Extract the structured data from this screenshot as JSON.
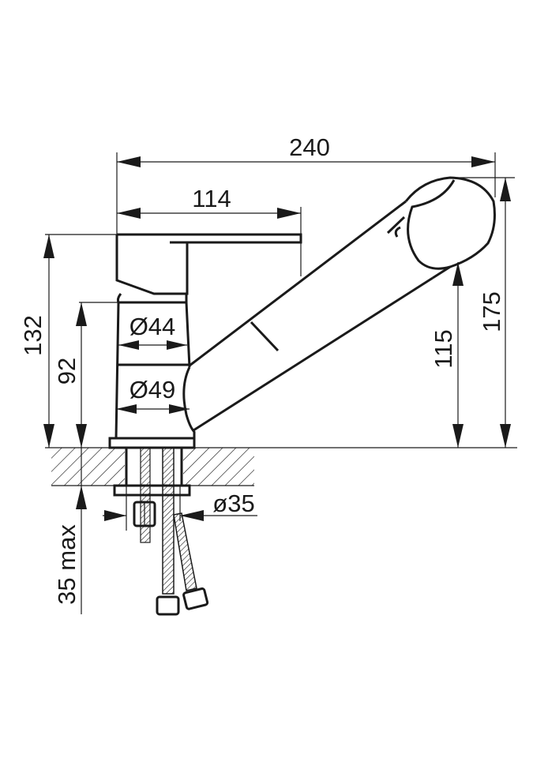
{
  "title": "Kitchen faucet with pull-out spout - dimension drawing",
  "dimensions": {
    "overall_length": "240",
    "lever_length": "114",
    "total_height_body": "132",
    "height_to_body_ring": "92",
    "body_diameter_upper": "Ø44",
    "body_diameter_lower": "Ø49",
    "spout_outlet_height": "115",
    "overall_height": "175",
    "mounting_hole_diameter": "ø35",
    "max_counter_thickness": "35 max"
  },
  "colors": {
    "line": "#1a1a1a",
    "background": "#ffffff"
  }
}
